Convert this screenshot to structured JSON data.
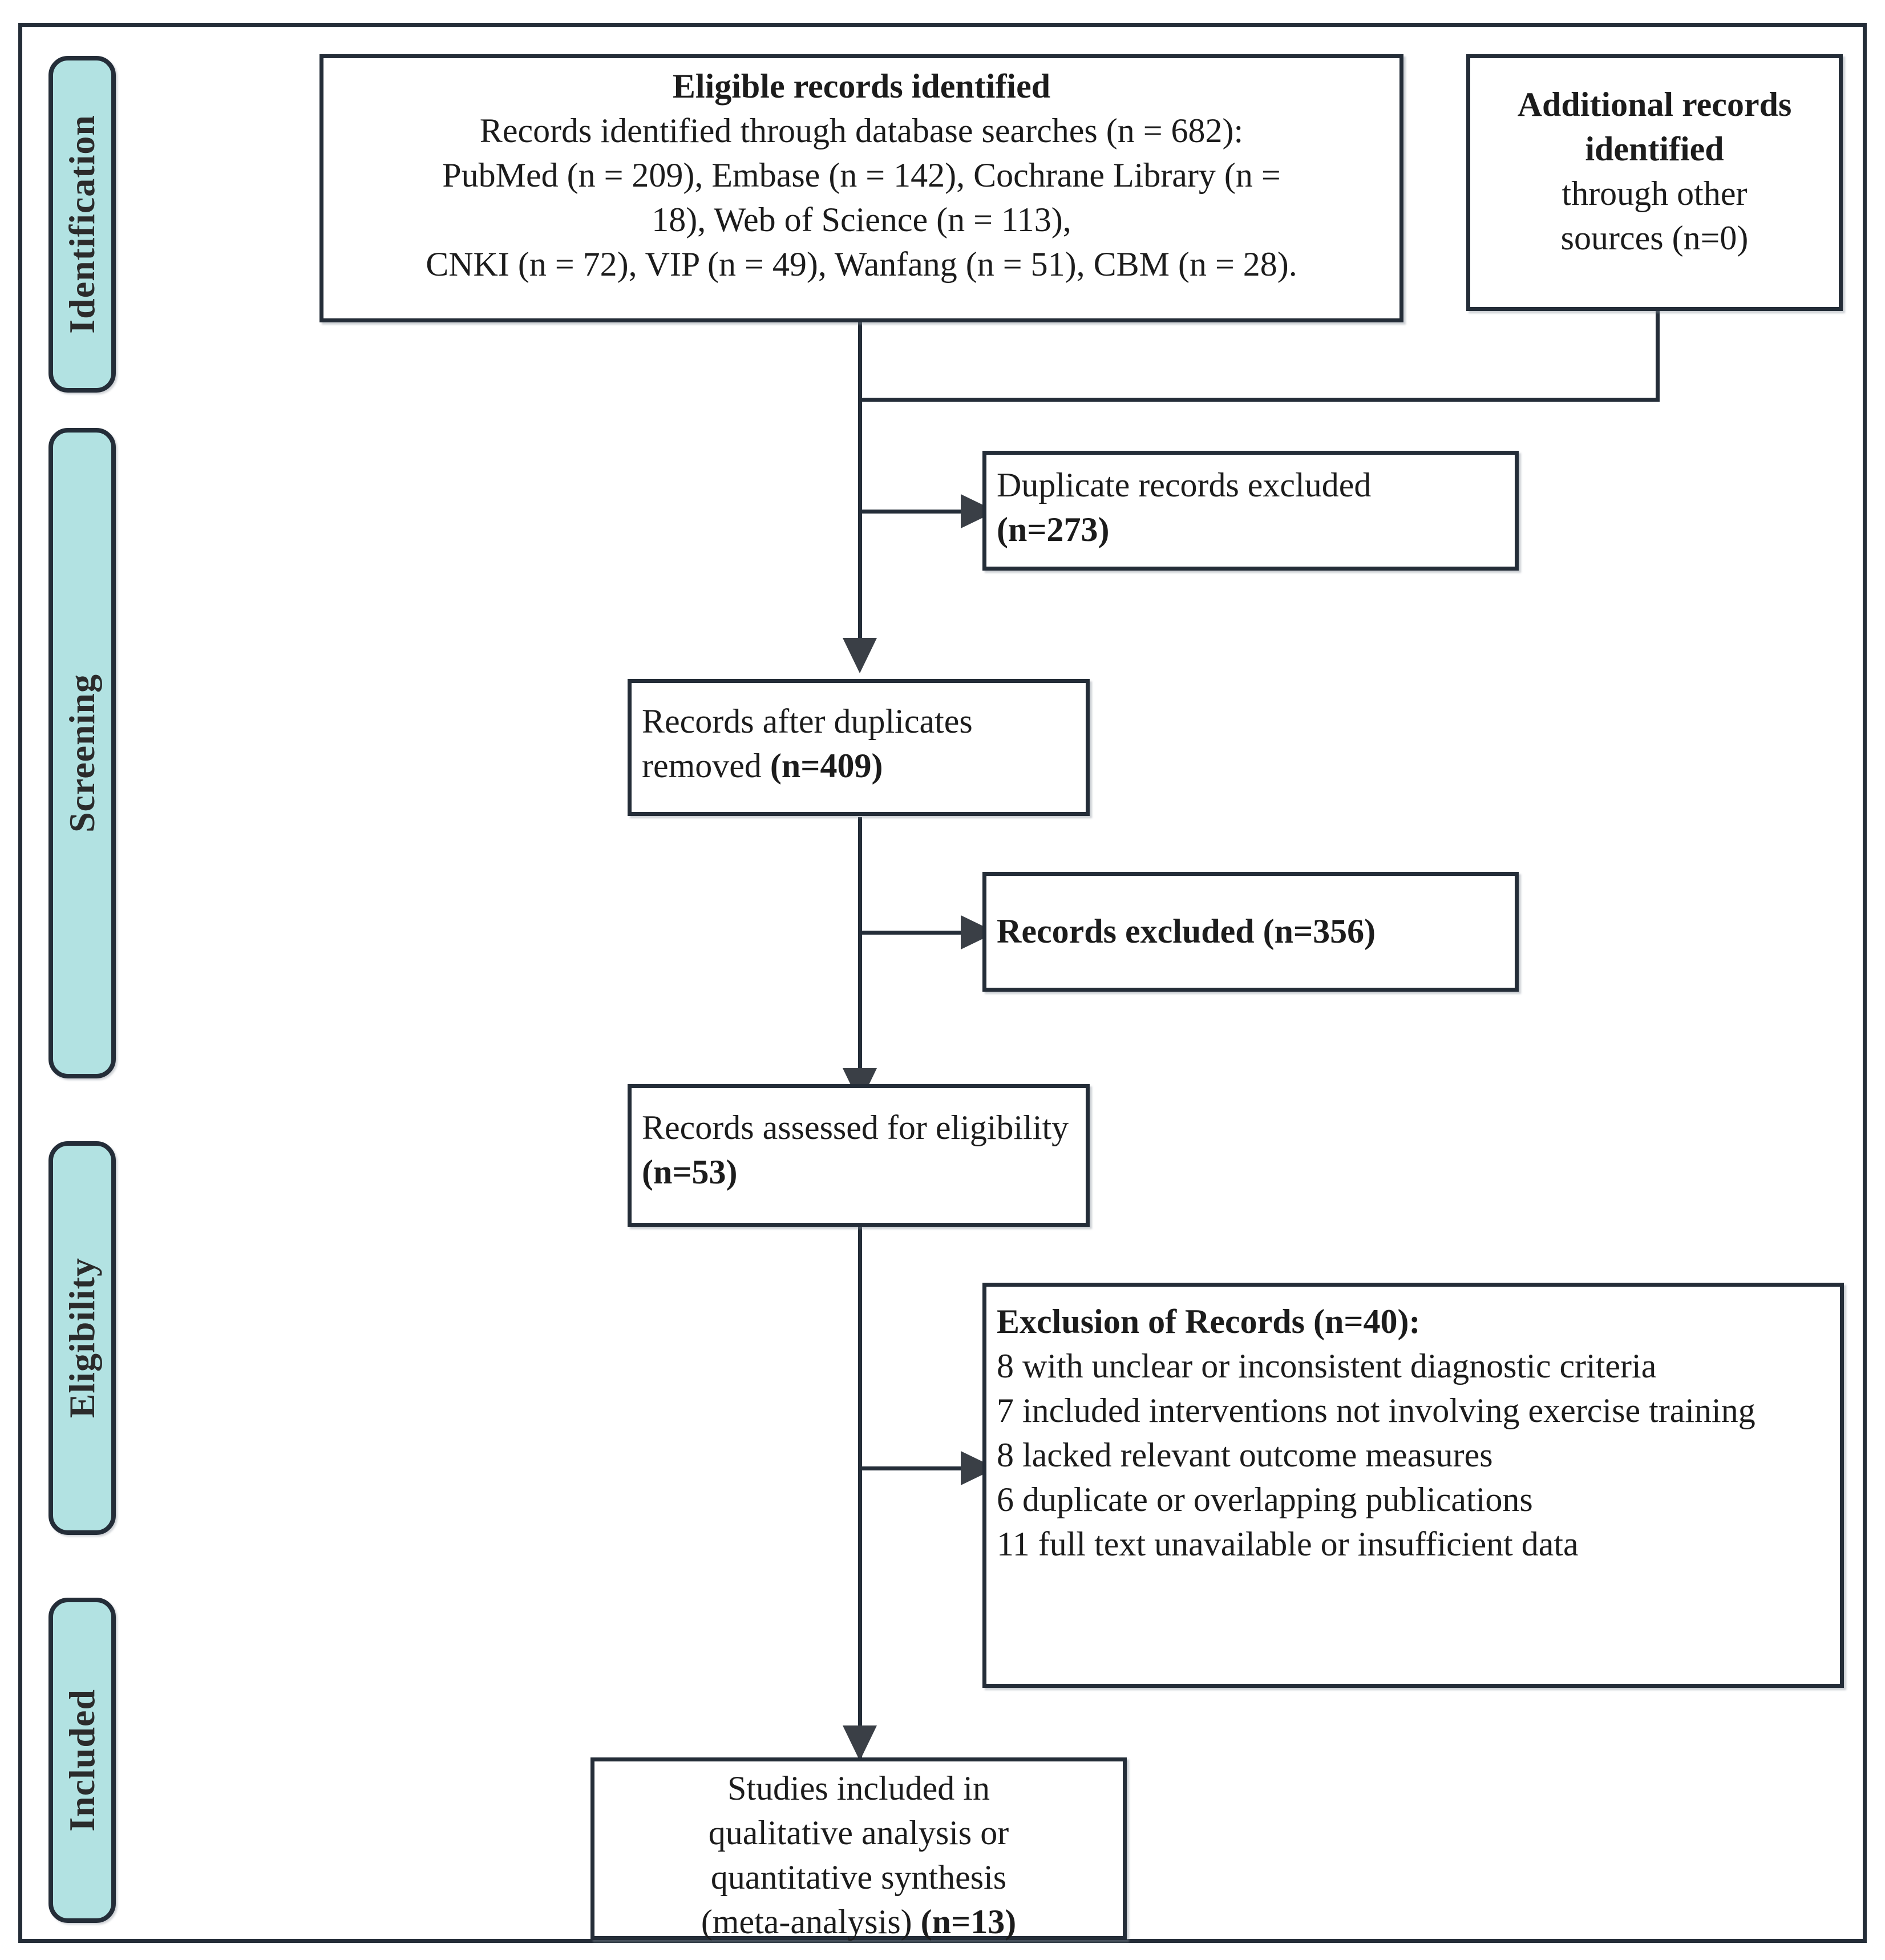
{
  "diagram": {
    "type": "PRISMA flow diagram",
    "stages": [
      {
        "key": "identification",
        "label": "Identification"
      },
      {
        "key": "screening",
        "label": "Screening"
      },
      {
        "key": "eligibility",
        "label": "Eligibility"
      },
      {
        "key": "included",
        "label": "Included"
      }
    ],
    "boxes": {
      "eligible_records": {
        "heading": "Eligible records identified",
        "lines": [
          "Records identified through database searches (n = 682):",
          "PubMed (n = 209), Embase (n = 142), Cochrane Library (n =",
          "18), Web of Science (n = 113),",
          "CNKI (n = 72), VIP (n = 49), Wanfang (n = 51), CBM (n = 28)."
        ]
      },
      "additional_records": {
        "heading_line1": "Additional records",
        "heading_line2": "identified",
        "body_line1": "through other",
        "body_line2": "sources (n=0)"
      },
      "duplicates_excluded": {
        "text_plain": "Duplicate records excluded ",
        "text_bold": "(n=273)"
      },
      "after_duplicates": {
        "text_plain": "Records after duplicates removed ",
        "text_bold": "(n=409)"
      },
      "records_excluded": {
        "text_bold": "Records excluded (n=356)"
      },
      "assessed_eligibility": {
        "text_plain": "Records assessed for eligibility ",
        "text_bold": "(n=53)"
      },
      "exclusion_of_records": {
        "heading": "Exclusion of Records (n=40):",
        "reasons": [
          "8 with unclear or inconsistent diagnostic criteria",
          "7 included interventions not involving exercise training",
          "8 lacked relevant outcome measures",
          "6 duplicate or overlapping publications",
          "11 full text unavailable or insufficient data"
        ]
      },
      "studies_included": {
        "line1": "Studies included in",
        "line2": "qualitative analysis or",
        "line3": "quantitative synthesis",
        "line4_plain": "(meta-analysis) ",
        "line4_bold": "(n=13)"
      }
    },
    "counts": {
      "database_total": 682,
      "pubmed": 209,
      "embase": 142,
      "cochrane_library": 18,
      "web_of_science": 113,
      "cnki": 72,
      "vip": 49,
      "wanfang": 51,
      "cbm": 28,
      "additional_other_sources": 0,
      "duplicates_excluded": 273,
      "after_duplicates_removed": 409,
      "records_excluded_screening": 356,
      "assessed_for_eligibility": 53,
      "excluded_at_eligibility": 40,
      "studies_included": 13
    },
    "colors": {
      "pill_fill": "#b2e2e2",
      "border": "#242d38",
      "text": "#1c1c1c",
      "background": "#ffffff"
    }
  }
}
